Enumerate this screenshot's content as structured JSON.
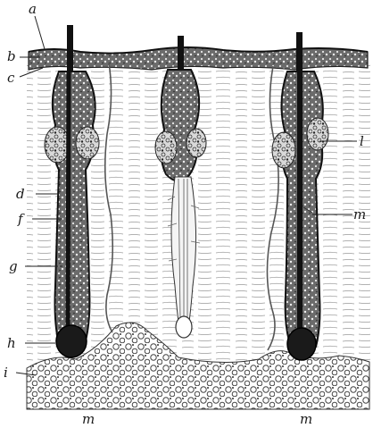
{
  "figure": {
    "labels": {
      "a": "a",
      "b": "b",
      "c": "c",
      "d": "d",
      "f": "f",
      "g": "g",
      "h": "h",
      "i": "i",
      "l": "l",
      "m_right": "m",
      "m_bottom_left": "m",
      "m_bottom_right": "m"
    }
  }
}
